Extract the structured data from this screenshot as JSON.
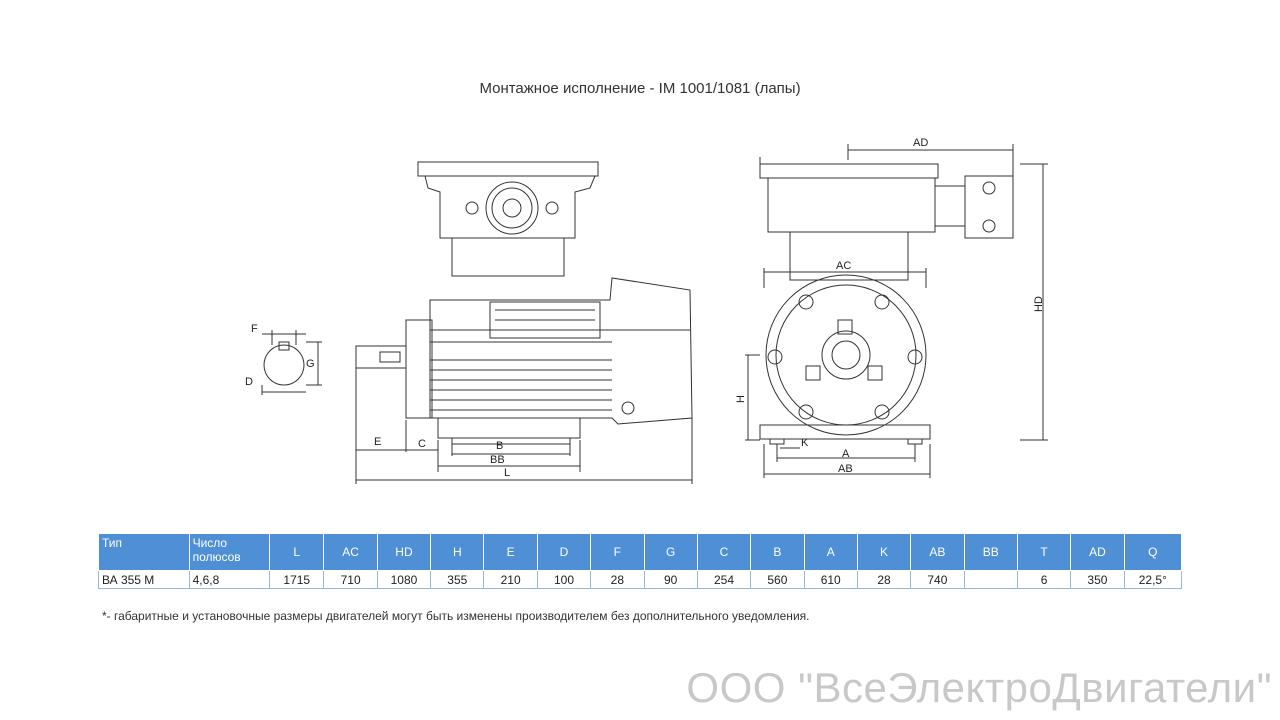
{
  "title": "Монтажное исполнение - IM 1001/1081 (лапы)",
  "labels": {
    "F": "F",
    "G": "G",
    "D": "D",
    "E": "E",
    "C": "C",
    "B": "B",
    "BB": "BB",
    "L": "L",
    "AD": "AD",
    "AC": "AC",
    "HD": "HD",
    "H": "H",
    "K": "K",
    "A": "A",
    "AB": "AB"
  },
  "table": {
    "headers": [
      "Тип",
      "Число полюсов",
      "L",
      "AC",
      "HD",
      "H",
      "E",
      "D",
      "F",
      "G",
      "C",
      "B",
      "A",
      "K",
      "AB",
      "BB",
      "T",
      "AD",
      "Q"
    ],
    "rows": [
      [
        "ВА 355 М",
        "4,6,8",
        "1715",
        "710",
        "1080",
        "355",
        "210",
        "100",
        "28",
        "90",
        "254",
        "560",
        "610",
        "28",
        "740",
        "",
        "6",
        "350",
        "22,5°"
      ]
    ]
  },
  "note": "*- габаритные и установочные размеры двигателей могут быть изменены производителем без дополнительного уведомления.",
  "brand": "ООО \"ВсеЭлектроДвигатели\""
}
